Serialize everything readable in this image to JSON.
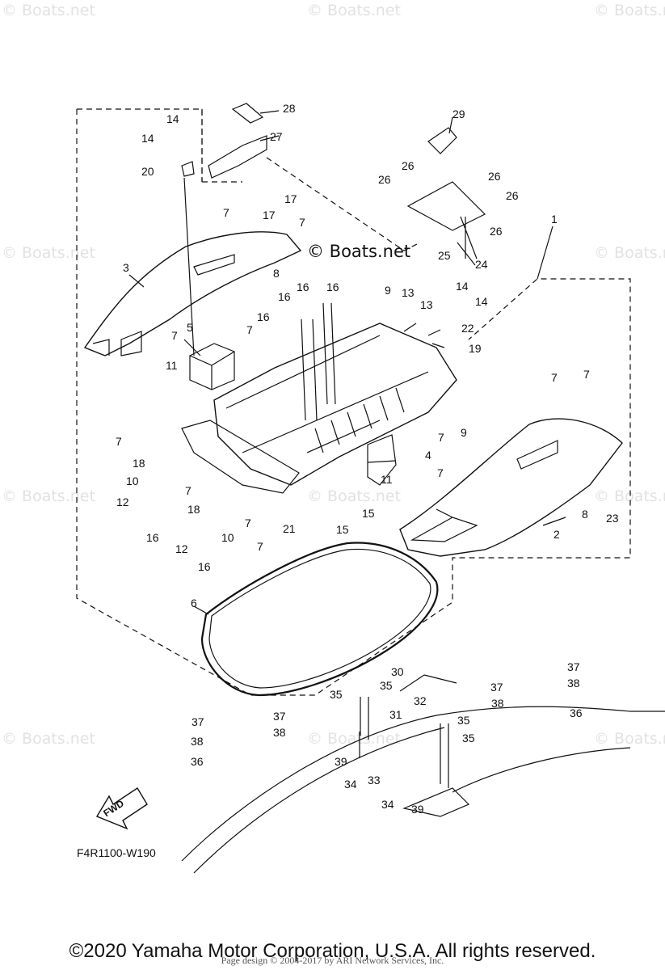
{
  "watermark": "© Boats.net",
  "diagram_code": "F4R1100-W190",
  "fwd_label": "FWD",
  "copyright": "©2020 Yamaha Motor Corporation, U.S.A. All rights reserved.",
  "credit": "Page design © 2004-2017 by ARI Network Services, Inc.",
  "callouts": [
    "1",
    "2",
    "3",
    "4",
    "5",
    "6",
    "7",
    "8",
    "9",
    "10",
    "11",
    "12",
    "13",
    "14",
    "15",
    "16",
    "17",
    "18",
    "19",
    "20",
    "21",
    "22",
    "23",
    "24",
    "25",
    "26",
    "27",
    "28",
    "29",
    "30",
    "31",
    "32",
    "33",
    "34",
    "35",
    "36",
    "37",
    "38",
    "39"
  ]
}
